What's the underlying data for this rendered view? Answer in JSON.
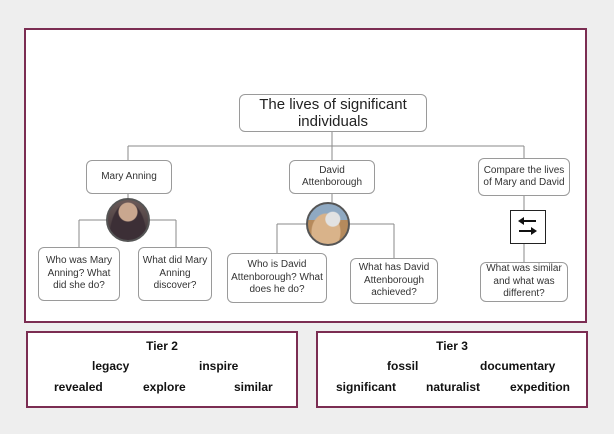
{
  "diagram": {
    "root": "The lives of significant individuals",
    "mary": {
      "label": "Mary Anning",
      "q1": "Who was Mary Anning? What did she do?",
      "q2": "What did Mary Anning discover?"
    },
    "david": {
      "label": "David Attenborough",
      "q1": "Who is David Attenborough? What does he do?",
      "q2": "What has David Attenborough achieved?"
    },
    "compare": {
      "label": "Compare the lives of Mary and David",
      "q1": "What was similar and what was different?"
    }
  },
  "tiers": {
    "tier2": {
      "title": "Tier 2",
      "words": [
        "legacy",
        "inspire",
        "revealed",
        "explore",
        "similar"
      ]
    },
    "tier3": {
      "title": "Tier 3",
      "words": [
        "fossil",
        "documentary",
        "significant",
        "naturalist",
        "expedition"
      ]
    }
  },
  "colors": {
    "frame_border": "#7b2d52"
  }
}
